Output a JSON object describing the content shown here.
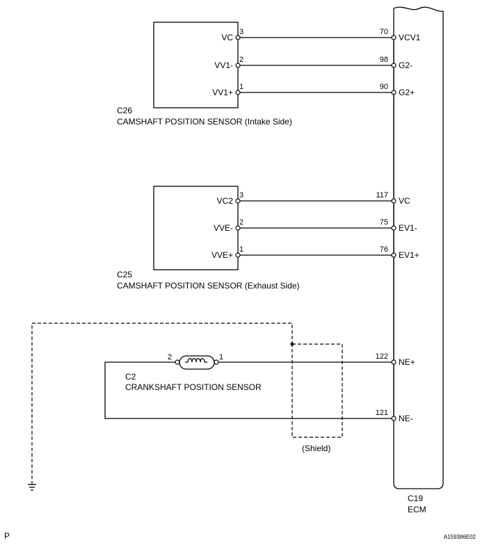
{
  "sensors": {
    "intake": {
      "connector": "C26",
      "name": "CAMSHAFT POSITION SENSOR (Intake Side)",
      "pins": [
        {
          "label": "VC",
          "pin": "3",
          "ecm_pin": "70",
          "ecm_label": "VCV1"
        },
        {
          "label": "VV1-",
          "pin": "2",
          "ecm_pin": "98",
          "ecm_label": "G2-"
        },
        {
          "label": "VV1+",
          "pin": "1",
          "ecm_pin": "90",
          "ecm_label": "G2+"
        }
      ]
    },
    "exhaust": {
      "connector": "C25",
      "name": "CAMSHAFT POSITION SENSOR (Exhaust Side)",
      "pins": [
        {
          "label": "VC2",
          "pin": "3",
          "ecm_pin": "117",
          "ecm_label": "VC"
        },
        {
          "label": "VVE-",
          "pin": "2",
          "ecm_pin": "75",
          "ecm_label": "EV1-"
        },
        {
          "label": "VVE+",
          "pin": "1",
          "ecm_pin": "76",
          "ecm_label": "EV1+"
        }
      ]
    },
    "crankshaft": {
      "connector": "C2",
      "name": "CRANKSHAFT POSITION SENSOR",
      "pin_left": "2",
      "pin_right": "1",
      "ecm_pins": [
        {
          "ecm_pin": "122",
          "ecm_label": "NE+"
        },
        {
          "ecm_pin": "121",
          "ecm_label": "NE-"
        }
      ]
    }
  },
  "shield_label": "(Shield)",
  "ecm": {
    "connector": "C19",
    "name": "ECM"
  },
  "footer": {
    "left": "P",
    "right": "A159386E02"
  }
}
